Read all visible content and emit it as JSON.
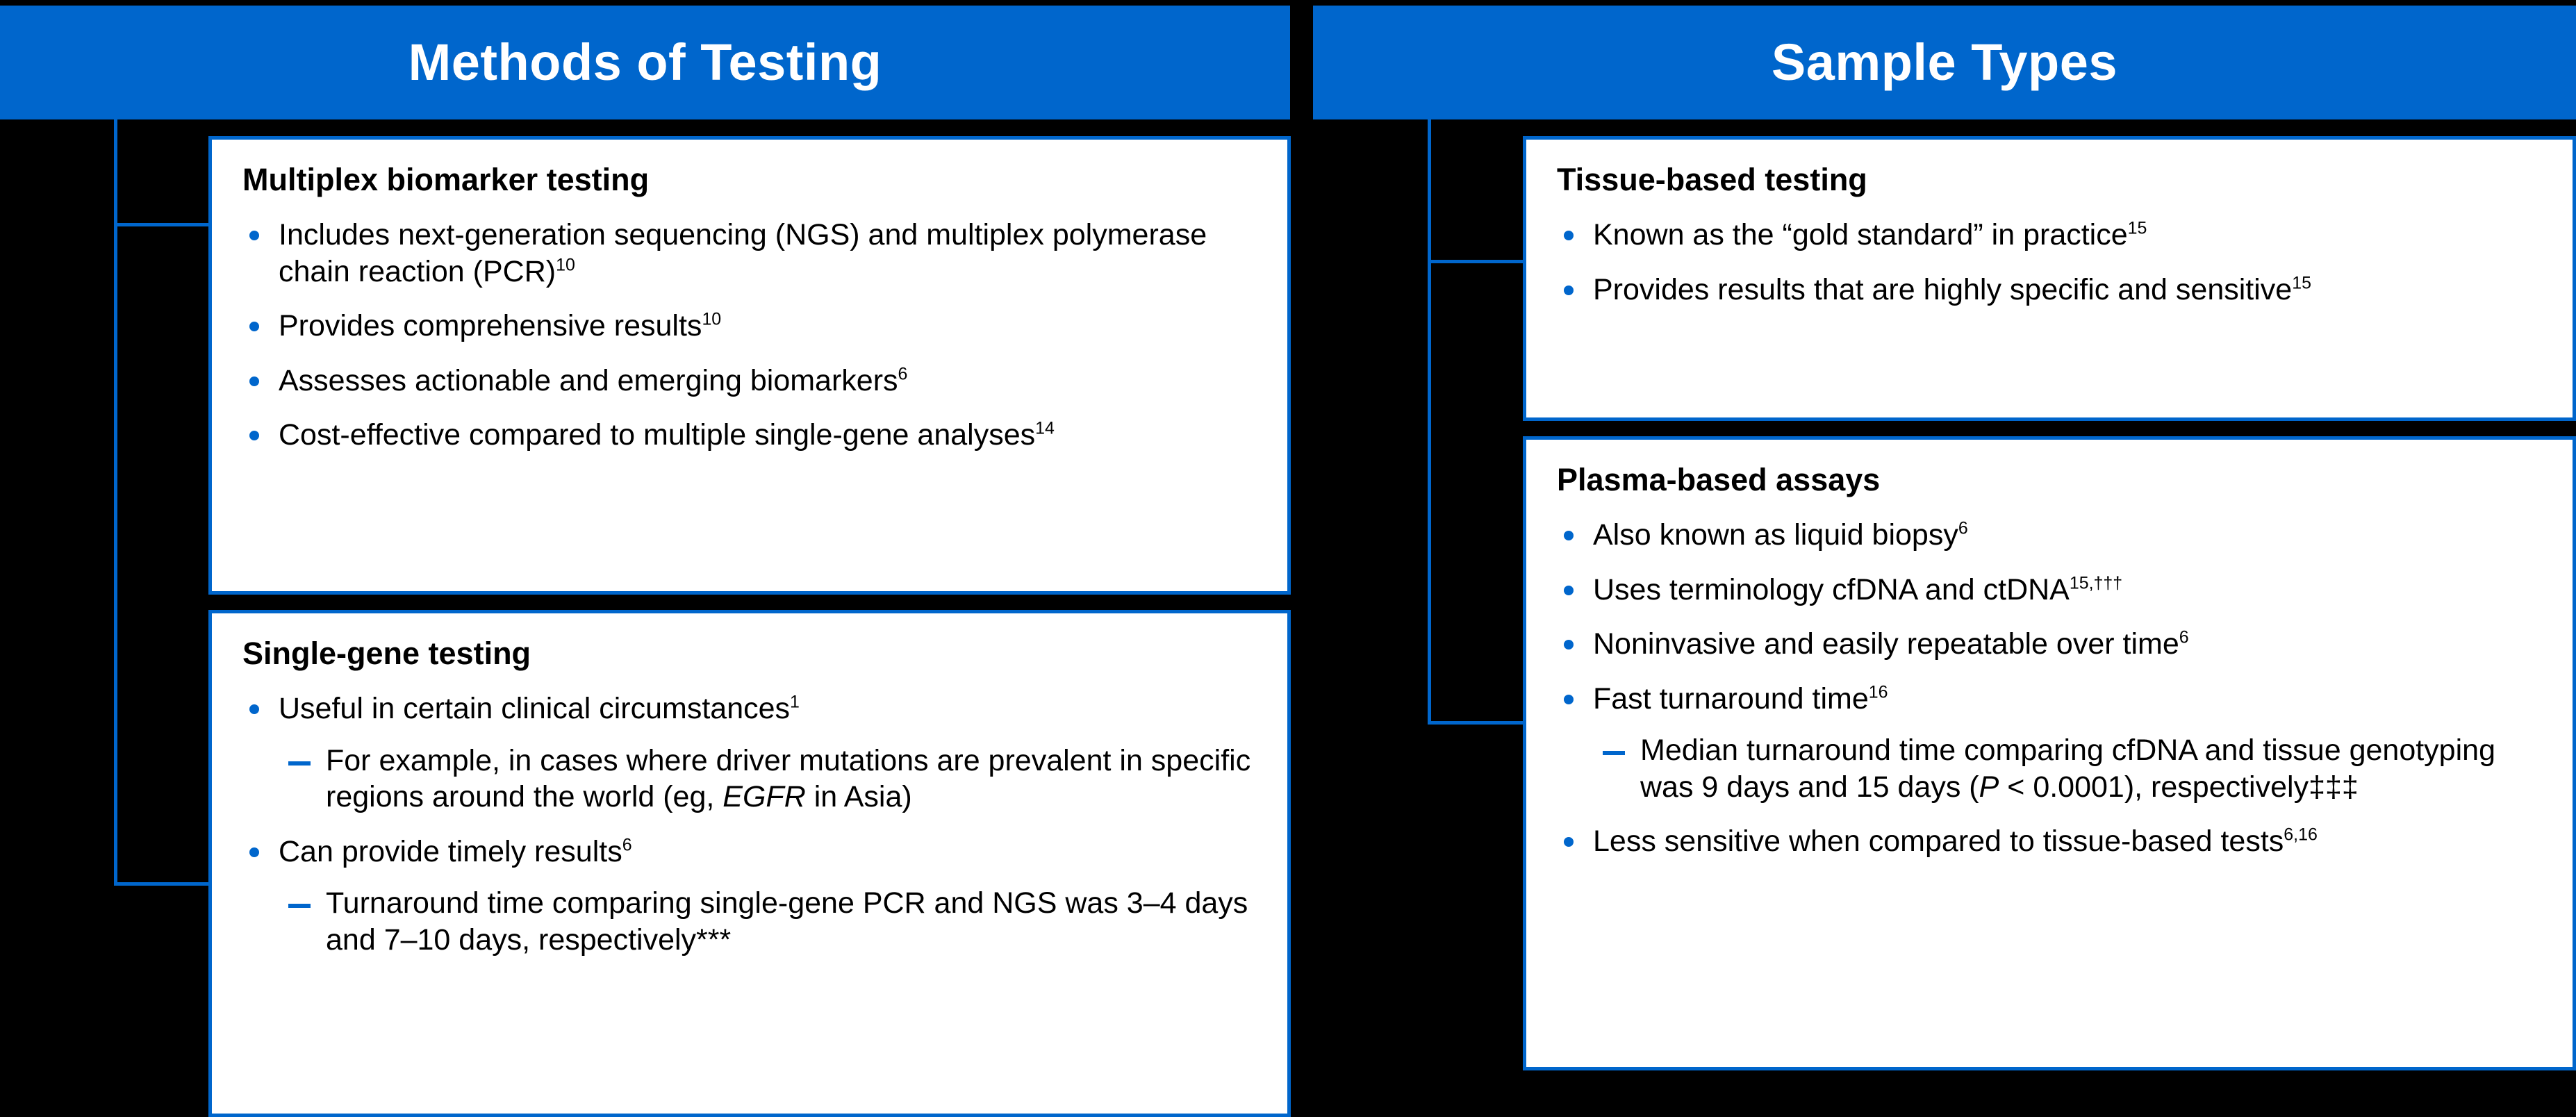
{
  "colors": {
    "brand_blue": "#0066CC",
    "background": "#000000",
    "card_background": "#FFFFFF",
    "text": "#000000"
  },
  "headers": {
    "left": "Methods of Testing",
    "right": "Sample Types"
  },
  "columns": [
    {
      "name": "methods-of-testing",
      "cards": [
        {
          "id": "multiplex",
          "title": "Multiplex biomarker testing",
          "bullets": [
            {
              "text": "Includes next-generation sequencing (NGS) and multiplex polymerase chain reaction (PCR)",
              "sup": "10",
              "subbullets": []
            },
            {
              "text": "Provides comprehensive results",
              "sup": "10",
              "subbullets": []
            },
            {
              "text": "Assesses actionable and emerging biomarkers",
              "sup": "6",
              "subbullets": []
            },
            {
              "text": "Cost-effective compared to multiple single-gene analyses",
              "sup": "14",
              "subbullets": []
            }
          ]
        },
        {
          "id": "single-gene",
          "title": "Single-gene testing",
          "bullets": [
            {
              "text": "Useful in certain clinical circumstances",
              "sup": "1",
              "subbullets": [
                {
                  "text_before": "For example, in cases where driver mutations are prevalent in specific regions around the world (eg, ",
                  "italic": "EGFR",
                  "text_after": " in Asia)",
                  "sup": ""
                }
              ]
            },
            {
              "text": "Can provide timely results",
              "sup": "6",
              "subbullets": [
                {
                  "text_before": "Turnaround time comparing single-gene PCR and NGS was 3–4 days and 7–10 days, respectively***",
                  "italic": "",
                  "text_after": "",
                  "sup": ""
                }
              ]
            }
          ]
        }
      ]
    },
    {
      "name": "sample-types",
      "cards": [
        {
          "id": "tissue-based",
          "title": "Tissue-based testing",
          "bullets": [
            {
              "text": "Known as the “gold standard” in practice",
              "sup": "15",
              "subbullets": []
            },
            {
              "text": "Provides results that are highly specific and sensitive",
              "sup": "15",
              "subbullets": []
            }
          ]
        },
        {
          "id": "plasma-based",
          "title": "Plasma-based assays",
          "bullets": [
            {
              "text": "Also known as liquid biopsy",
              "sup": "6",
              "subbullets": []
            },
            {
              "text": "Uses terminology cfDNA and ctDNA",
              "sup": "15,†††",
              "subbullets": []
            },
            {
              "text": "Noninvasive and easily repeatable over time",
              "sup": "6",
              "subbullets": []
            },
            {
              "text": "Fast turnaround time",
              "sup": "16",
              "subbullets": [
                {
                  "text_before": "Median turnaround time comparing cfDNA and tissue genotyping was 9 days and 15 days (",
                  "italic": "P",
                  "text_after": " < 0.0001), respectively‡‡‡",
                  "sup": ""
                }
              ]
            },
            {
              "text": "Less sensitive when compared to tissue-based tests",
              "sup": "6,16",
              "subbullets": []
            }
          ]
        }
      ]
    }
  ]
}
